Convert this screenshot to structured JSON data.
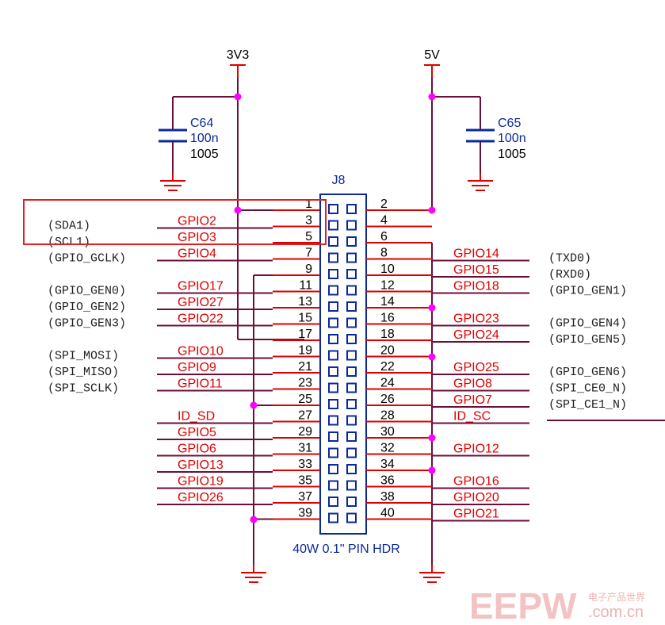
{
  "power": {
    "left": "3V3",
    "right": "5V"
  },
  "caps": {
    "c64": {
      "ref": "C64",
      "value": "100n",
      "pkg": "1005"
    },
    "c65": {
      "ref": "C65",
      "value": "100n",
      "pkg": "1005"
    }
  },
  "header": {
    "ref": "J8",
    "description": "40W 0.1\" PIN HDR"
  },
  "pins_left": [
    {
      "num": "1",
      "gpio": "",
      "func": ""
    },
    {
      "num": "3",
      "gpio": "GPIO2",
      "func": "(SDA1)"
    },
    {
      "num": "5",
      "gpio": "GPIO3",
      "func": "(SCL1)"
    },
    {
      "num": "7",
      "gpio": "GPIO4",
      "func": "(GPIO_GCLK)"
    },
    {
      "num": "9",
      "gpio": "",
      "func": ""
    },
    {
      "num": "11",
      "gpio": "GPIO17",
      "func": "(GPIO_GEN0)"
    },
    {
      "num": "13",
      "gpio": "GPIO27",
      "func": "(GPIO_GEN2)"
    },
    {
      "num": "15",
      "gpio": "GPIO22",
      "func": "(GPIO_GEN3)"
    },
    {
      "num": "17",
      "gpio": "",
      "func": ""
    },
    {
      "num": "19",
      "gpio": "GPIO10",
      "func": "(SPI_MOSI)"
    },
    {
      "num": "21",
      "gpio": "GPIO9",
      "func": "(SPI_MISO)"
    },
    {
      "num": "23",
      "gpio": "GPIO11",
      "func": "(SPI_SCLK)"
    },
    {
      "num": "25",
      "gpio": "",
      "func": ""
    },
    {
      "num": "27",
      "gpio": "ID_SD",
      "func": ""
    },
    {
      "num": "29",
      "gpio": "GPIO5",
      "func": ""
    },
    {
      "num": "31",
      "gpio": "GPIO6",
      "func": ""
    },
    {
      "num": "33",
      "gpio": "GPIO13",
      "func": ""
    },
    {
      "num": "35",
      "gpio": "GPIO19",
      "func": ""
    },
    {
      "num": "37",
      "gpio": "GPIO26",
      "func": ""
    },
    {
      "num": "39",
      "gpio": "",
      "func": ""
    }
  ],
  "pins_right": [
    {
      "num": "2",
      "gpio": "",
      "func": ""
    },
    {
      "num": "4",
      "gpio": "",
      "func": ""
    },
    {
      "num": "6",
      "gpio": "",
      "func": ""
    },
    {
      "num": "8",
      "gpio": "GPIO14",
      "func": "(TXD0)"
    },
    {
      "num": "10",
      "gpio": "GPIO15",
      "func": "(RXD0)"
    },
    {
      "num": "12",
      "gpio": "GPIO18",
      "func": "(GPIO_GEN1)"
    },
    {
      "num": "14",
      "gpio": "",
      "func": ""
    },
    {
      "num": "16",
      "gpio": "GPIO23",
      "func": "(GPIO_GEN4)"
    },
    {
      "num": "18",
      "gpio": "GPIO24",
      "func": "(GPIO_GEN5)"
    },
    {
      "num": "20",
      "gpio": "",
      "func": ""
    },
    {
      "num": "22",
      "gpio": "GPIO25",
      "func": "(GPIO_GEN6)"
    },
    {
      "num": "24",
      "gpio": "GPIO8",
      "func": "(SPI_CE0_N)"
    },
    {
      "num": "26",
      "gpio": "GPIO7",
      "func": "(SPI_CE1_N)"
    },
    {
      "num": "28",
      "gpio": "ID_SC",
      "func": ""
    },
    {
      "num": "30",
      "gpio": "",
      "func": ""
    },
    {
      "num": "32",
      "gpio": "GPIO12",
      "func": ""
    },
    {
      "num": "34",
      "gpio": "",
      "func": ""
    },
    {
      "num": "36",
      "gpio": "GPIO16",
      "func": ""
    },
    {
      "num": "38",
      "gpio": "GPIO20",
      "func": ""
    },
    {
      "num": "40",
      "gpio": "GPIO21",
      "func": ""
    }
  ],
  "watermark": {
    "brand": "EEPW",
    "domain": ".com.cn",
    "tagline": "电子产品世界"
  },
  "colors": {
    "wire": "#6b0f3a",
    "pin_line": "#e00000",
    "junction": "#ff00ff",
    "header_box": "#0a2a9a",
    "highlight": "#e02020"
  }
}
